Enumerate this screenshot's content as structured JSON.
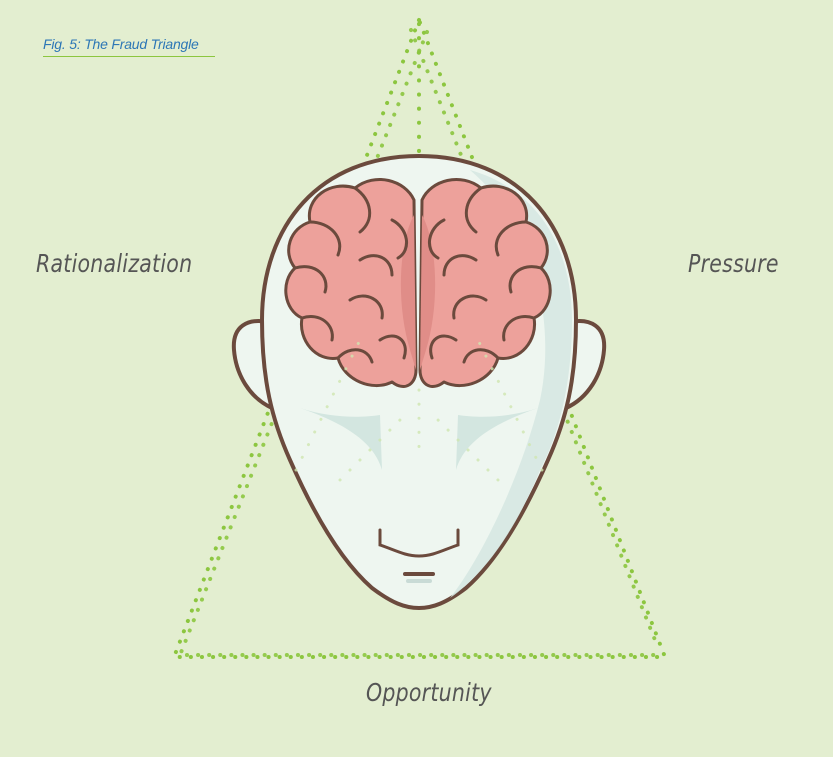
{
  "figure": {
    "caption": "Fig. 5: The Fraud Triangle"
  },
  "labels": {
    "rationalization": "Rationalization",
    "pressure": "Pressure",
    "opportunity": "Opportunity"
  },
  "colors": {
    "background": "#e3eed0",
    "dots": "#8cc63f",
    "caption": "#2d77b6",
    "brain": "#eda19b",
    "face": "#eef6f0",
    "outline": "#6b4a3d"
  }
}
